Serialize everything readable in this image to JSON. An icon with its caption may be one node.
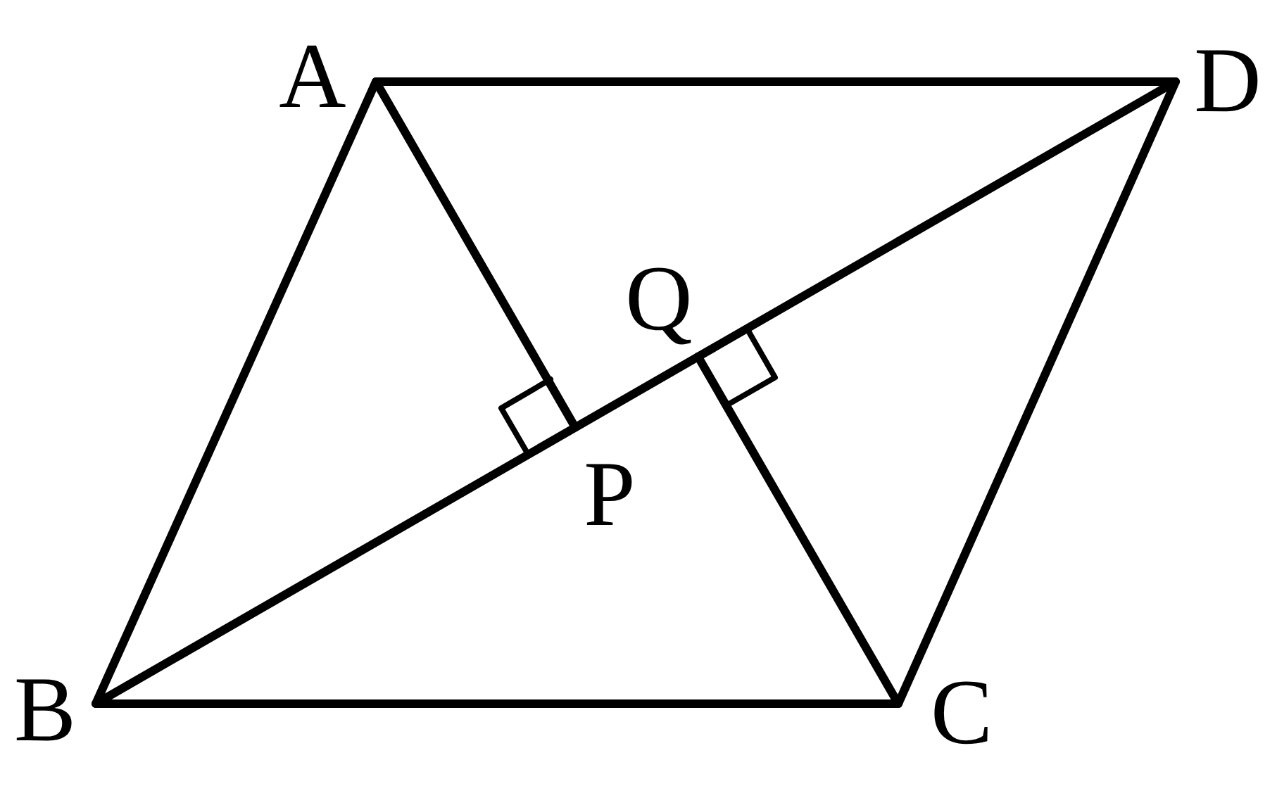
{
  "diagram": {
    "labels": [
      "A",
      "D",
      "Q",
      "P",
      "B",
      "C"
    ]
  }
}
